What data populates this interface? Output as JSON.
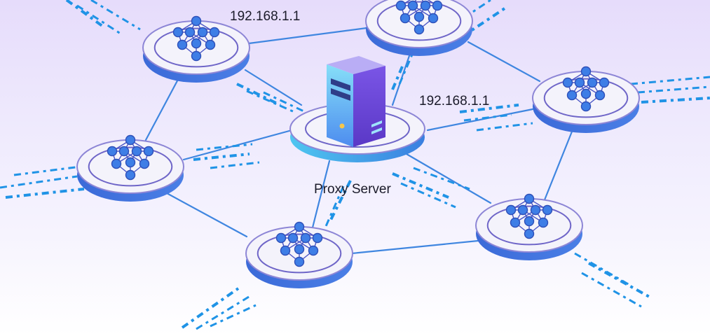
{
  "labels": {
    "top_left_ip": "192.168.1.1",
    "server_ip": "192.168.1.1",
    "server_caption": "Proxy Server"
  },
  "colors": {
    "link": "#3f86e0",
    "dash": "#1f93e6",
    "disc_rim": "#3b6fdc",
    "disc_face": "#f4f3fb",
    "disc_ring": "#6f66c8",
    "node": "#3e7ee6",
    "node_edge": "#4a55c6",
    "server_top": "#8f7cf0",
    "server_front_from": "#7cd6f7",
    "server_front_to": "#4e8ef0",
    "server_side": "#6b46d8"
  },
  "icons": {
    "node_cluster": "network-cluster-icon",
    "server": "server-tower-icon"
  }
}
